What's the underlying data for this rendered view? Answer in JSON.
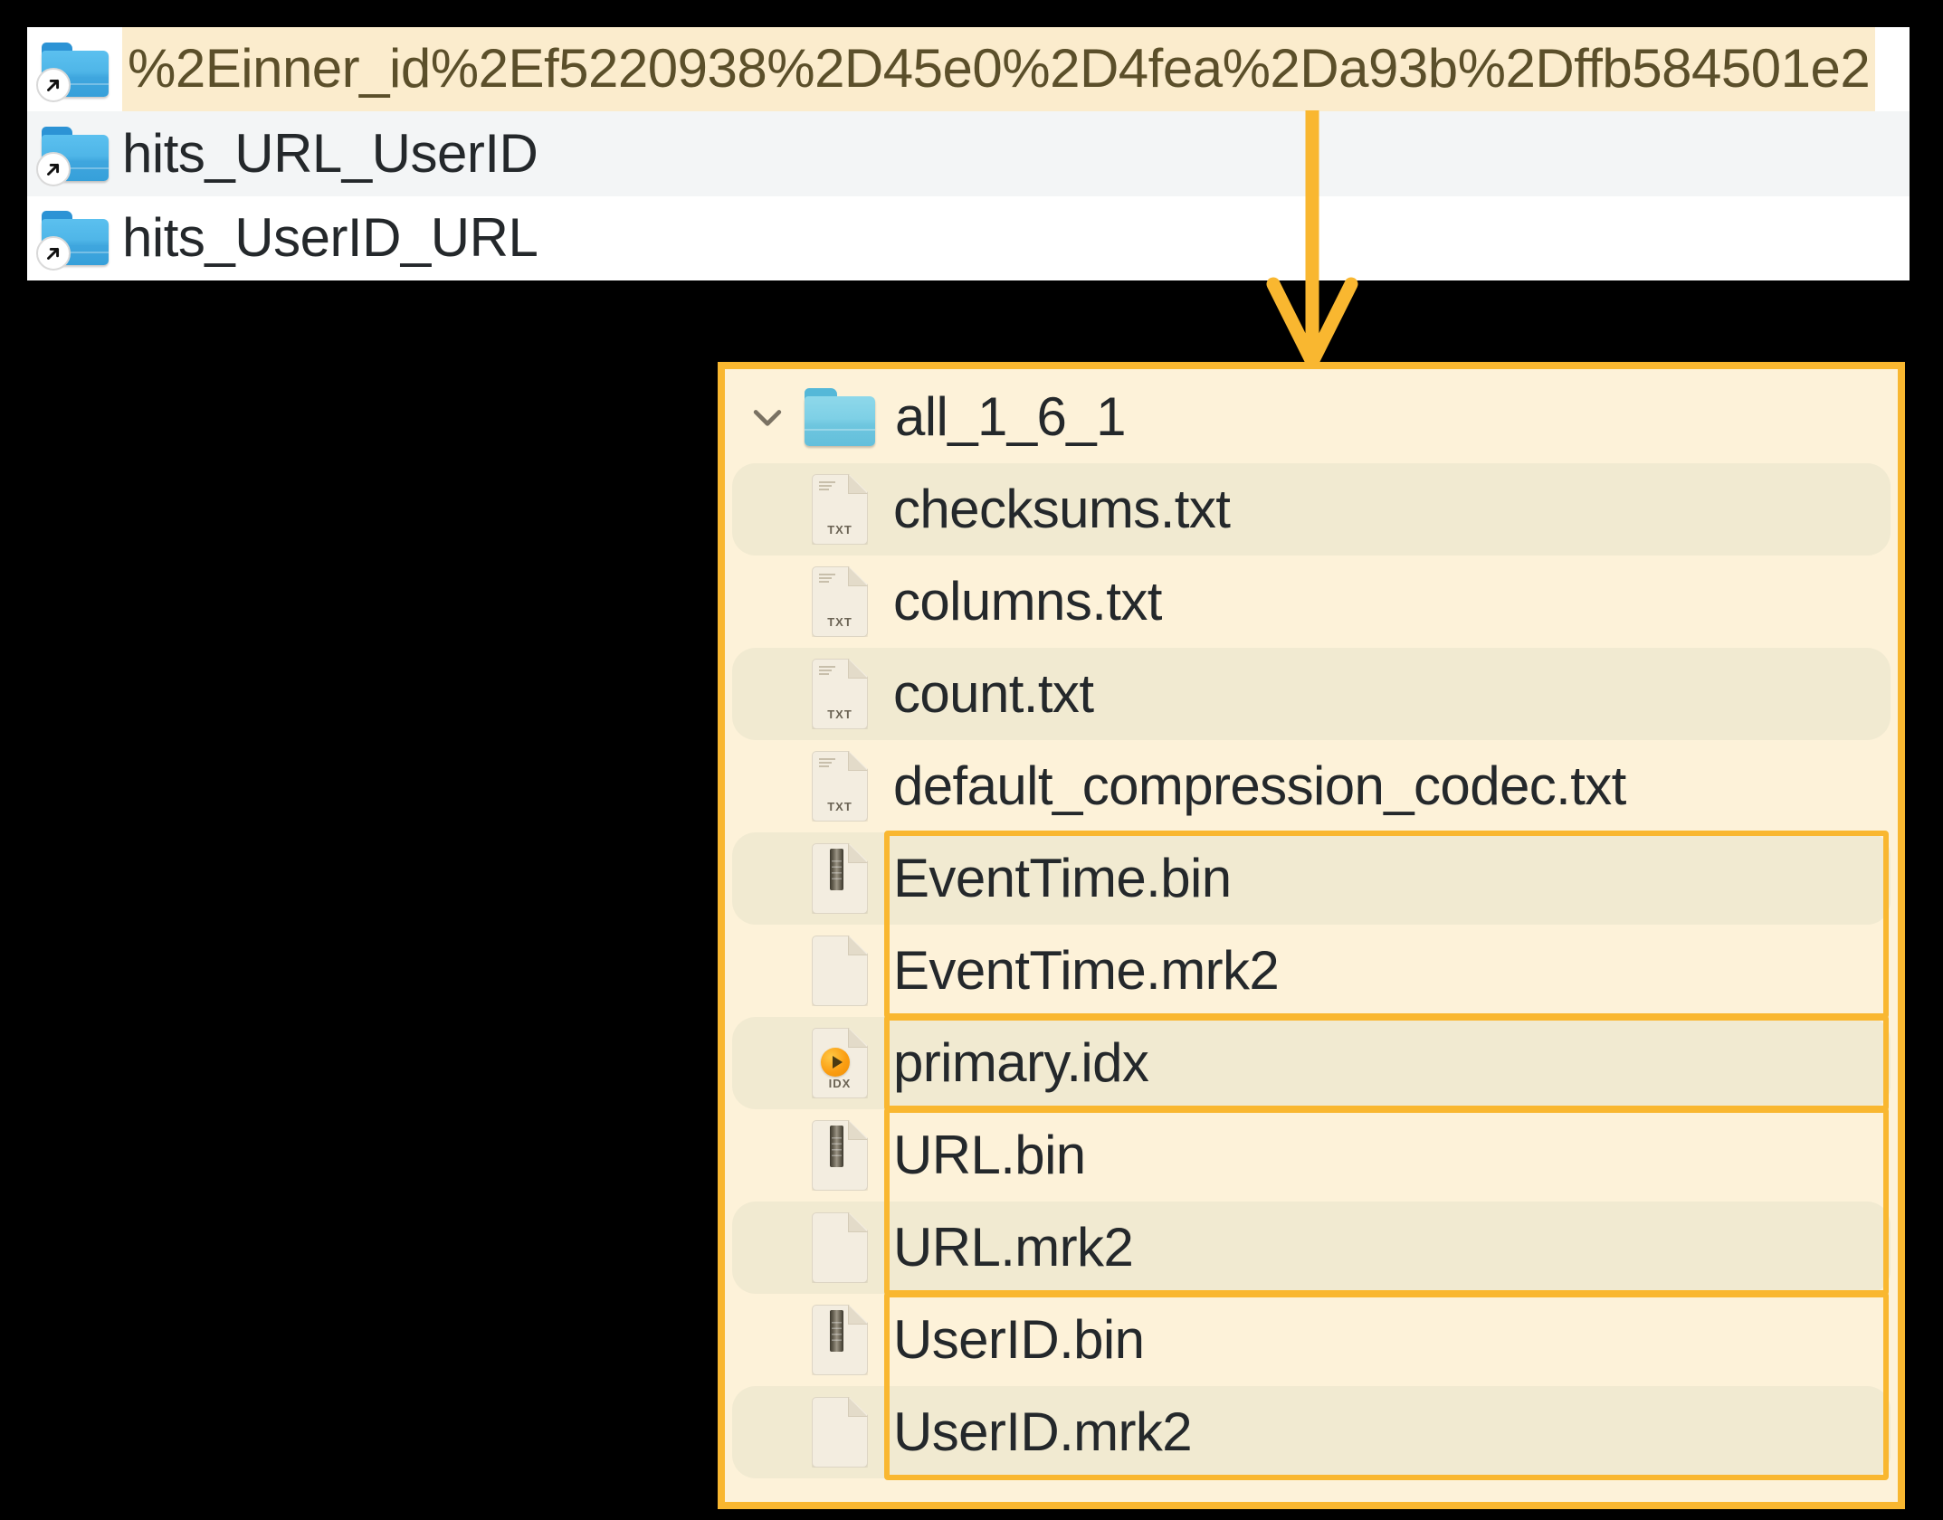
{
  "top_list": {
    "name": "symlink-folder-list",
    "items": [
      {
        "label": "%2Einner_id%2Ef5220938%2D45e0%2D4fea%2Da93b%2Dffb584501e2",
        "icon": "folder-shortcut-icon",
        "selected": true
      },
      {
        "label": "hits_URL_UserID",
        "icon": "folder-shortcut-icon",
        "selected": false
      },
      {
        "label": "hits_UserID_URL",
        "icon": "folder-shortcut-icon",
        "selected": false
      }
    ]
  },
  "connector": {
    "name": "down-arrow-connector",
    "color": "#f9b730"
  },
  "part_panel": {
    "name": "data-part-directory-listing",
    "border_color": "#f9b730",
    "background": "#fdf2d9",
    "header": {
      "chevron_icon": "chevron-down-icon",
      "folder_icon": "folder-icon",
      "label": "all_1_6_1"
    },
    "files": [
      {
        "label": "checksums.txt",
        "icon": "txt-file-icon",
        "icon_text": "TXT",
        "highlighted": false
      },
      {
        "label": "columns.txt",
        "icon": "txt-file-icon",
        "icon_text": "TXT",
        "highlighted": false
      },
      {
        "label": "count.txt",
        "icon": "txt-file-icon",
        "icon_text": "TXT",
        "highlighted": false
      },
      {
        "label": "default_compression_codec.txt",
        "icon": "txt-file-icon",
        "icon_text": "TXT",
        "highlighted": false
      },
      {
        "label": "EventTime.bin",
        "icon": "bin-file-icon",
        "icon_text": "",
        "highlighted": true
      },
      {
        "label": "EventTime.mrk2",
        "icon": "blank-file-icon",
        "icon_text": "",
        "highlighted": true
      },
      {
        "label": "primary.idx",
        "icon": "idx-file-icon",
        "icon_text": "IDX",
        "highlighted": true
      },
      {
        "label": "URL.bin",
        "icon": "bin-file-icon",
        "icon_text": "",
        "highlighted": true
      },
      {
        "label": "URL.mrk2",
        "icon": "blank-file-icon",
        "icon_text": "",
        "highlighted": true
      },
      {
        "label": "UserID.bin",
        "icon": "bin-file-icon",
        "icon_text": "",
        "highlighted": true
      },
      {
        "label": "UserID.mrk2",
        "icon": "blank-file-icon",
        "icon_text": "",
        "highlighted": true
      }
    ],
    "highlight_groups": [
      {
        "name": "eventtime-group",
        "start_index": 4,
        "end_index": 5
      },
      {
        "name": "primary-idx-group",
        "start_index": 6,
        "end_index": 6
      },
      {
        "name": "url-group",
        "start_index": 7,
        "end_index": 8
      },
      {
        "name": "userid-group",
        "start_index": 9,
        "end_index": 10
      }
    ]
  }
}
